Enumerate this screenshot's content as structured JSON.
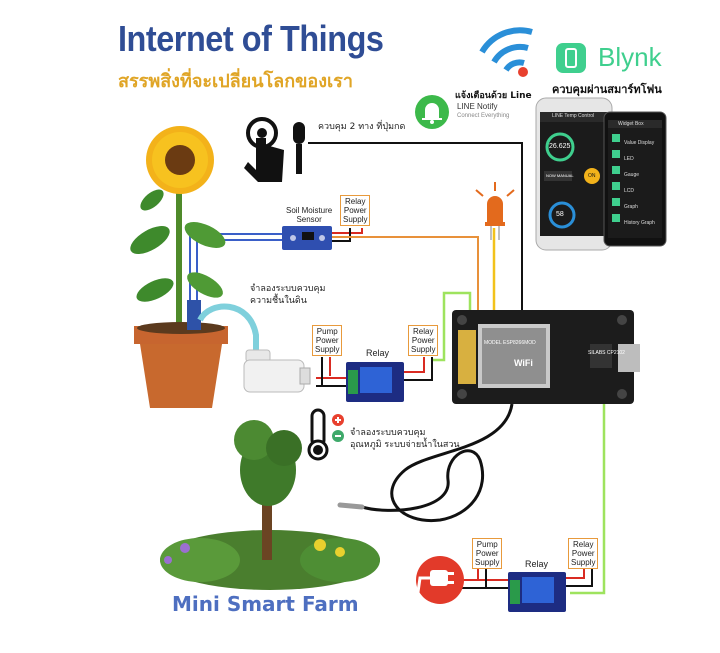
{
  "header": {
    "title": "Internet of Things",
    "subtitle": "สรรพสิ่งที่จะเปลี่ยนโลกของเรา"
  },
  "blynk": {
    "brand": "Blynk",
    "caption": "ควบคุมผ่านสมาร์ทโฟน",
    "phone1": {
      "header": "LINE Temp Control",
      "gauge_value": "26.625",
      "mode_button": "NOW MANUAL",
      "toggle_label": "ON",
      "dial_value": "58"
    },
    "phone2": {
      "header": "Widget Box",
      "items": [
        "Value Display",
        "LED",
        "Gauge",
        "LCD",
        "Graph",
        "History Graph"
      ]
    }
  },
  "line_notify": {
    "title": "แจ้งเตือนด้วย Line",
    "name": "LINE Notify",
    "tagline": "Connect Everything"
  },
  "button_control": "ควบคุม 2 ทาง ที่ปุ่มกด",
  "sensor": {
    "line1": "Soil Moisture",
    "line2": "Sensor"
  },
  "labels": {
    "relay_power_top": [
      "Relay",
      "Power",
      "Supply"
    ],
    "pump_power_mid": [
      "Pump",
      "Power",
      "Supply"
    ],
    "relay_power_mid": [
      "Relay",
      "Power",
      "Supply"
    ],
    "relay_mid": "Relay",
    "pump_power_bot": [
      "Pump",
      "Power",
      "Supply"
    ],
    "relay_power_bot": [
      "Relay",
      "Power",
      "Supply"
    ],
    "relay_bot": "Relay"
  },
  "notes": {
    "moisture_line1": "จำลองระบบควบคุม",
    "moisture_line2": "ความชื้นในดิน",
    "temp_line1": "จำลองระบบควบคุม",
    "temp_line2": "อุณหภูมิ ระบบจ่ายน้ำในสวน"
  },
  "board": {
    "model": "MODEL ESP8266MOD",
    "wifi": "WiFi",
    "chip": "SILABS CP2102"
  },
  "footer": "Mini Smart Farm",
  "colors": {
    "title": "#2f4d95",
    "subtitle": "#e0a526",
    "wire_blue": "#3a5fc8",
    "wire_red": "#d92b22",
    "wire_orange": "#e8913a",
    "wire_yellow": "#f2c21b",
    "wire_green": "#9ee35e",
    "wire_black": "#111111",
    "blynk_green": "#3fcf8e",
    "line_green": "#3cb94a"
  }
}
